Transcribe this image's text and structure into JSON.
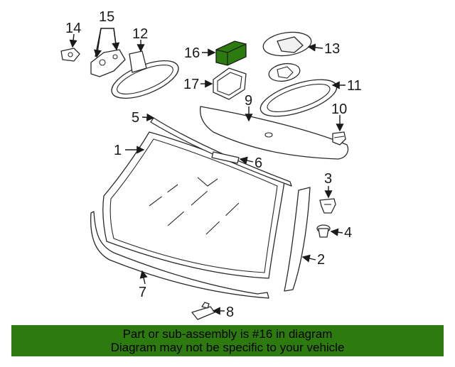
{
  "diagram": {
    "callouts": [
      {
        "id": "1",
        "label": "1"
      },
      {
        "id": "2",
        "label": "2"
      },
      {
        "id": "3",
        "label": "3"
      },
      {
        "id": "4",
        "label": "4"
      },
      {
        "id": "5",
        "label": "5"
      },
      {
        "id": "6",
        "label": "6"
      },
      {
        "id": "7",
        "label": "7"
      },
      {
        "id": "8",
        "label": "8"
      },
      {
        "id": "9",
        "label": "9"
      },
      {
        "id": "10",
        "label": "10"
      },
      {
        "id": "11",
        "label": "11"
      },
      {
        "id": "12",
        "label": "12"
      },
      {
        "id": "13",
        "label": "13"
      },
      {
        "id": "14",
        "label": "14"
      },
      {
        "id": "15",
        "label": "15"
      },
      {
        "id": "16",
        "label": "16"
      },
      {
        "id": "17",
        "label": "17"
      }
    ],
    "highlighted_part": "16",
    "highlight_color": "#2d7a0f"
  },
  "banner": {
    "line1": "Part or sub-assembly is #16 in diagram",
    "line2": "Diagram may not be specific to your vehicle",
    "background_color": "#2d7a0f"
  }
}
